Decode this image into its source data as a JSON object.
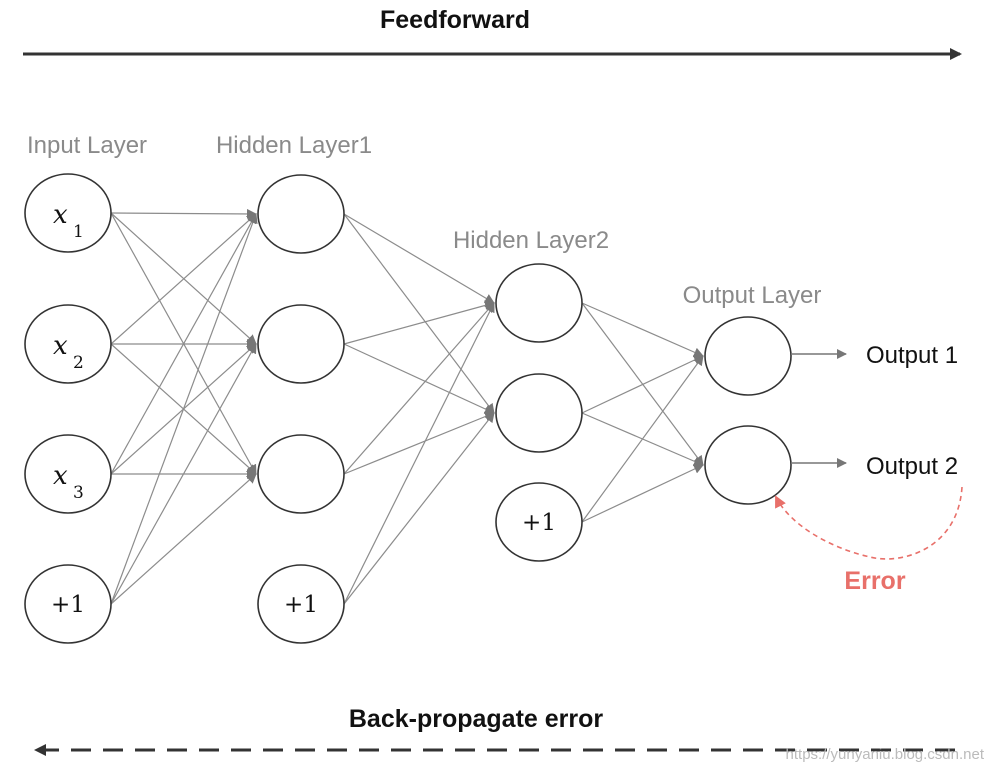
{
  "title": "Feedforward",
  "footer_title": "Back-propagate error",
  "layers": {
    "input": "Input Layer",
    "hidden1": "Hidden Layer1",
    "hidden2": "Hidden Layer2",
    "output": "Output Layer"
  },
  "input_nodes": [
    {
      "var": "x",
      "sub": "1"
    },
    {
      "var": "x",
      "sub": "2"
    },
    {
      "var": "x",
      "sub": "3"
    }
  ],
  "bias_label": "+1",
  "outputs": [
    "Output 1",
    "Output 2"
  ],
  "error_label": "Error",
  "watermark": "https://yunyaniu.blog.csdn.net",
  "colors": {
    "node_stroke": "#333333",
    "edge": "#8c8c8c",
    "arrow": "#333333",
    "error": "#e8706a",
    "layer_label": "#8a8a8a"
  }
}
